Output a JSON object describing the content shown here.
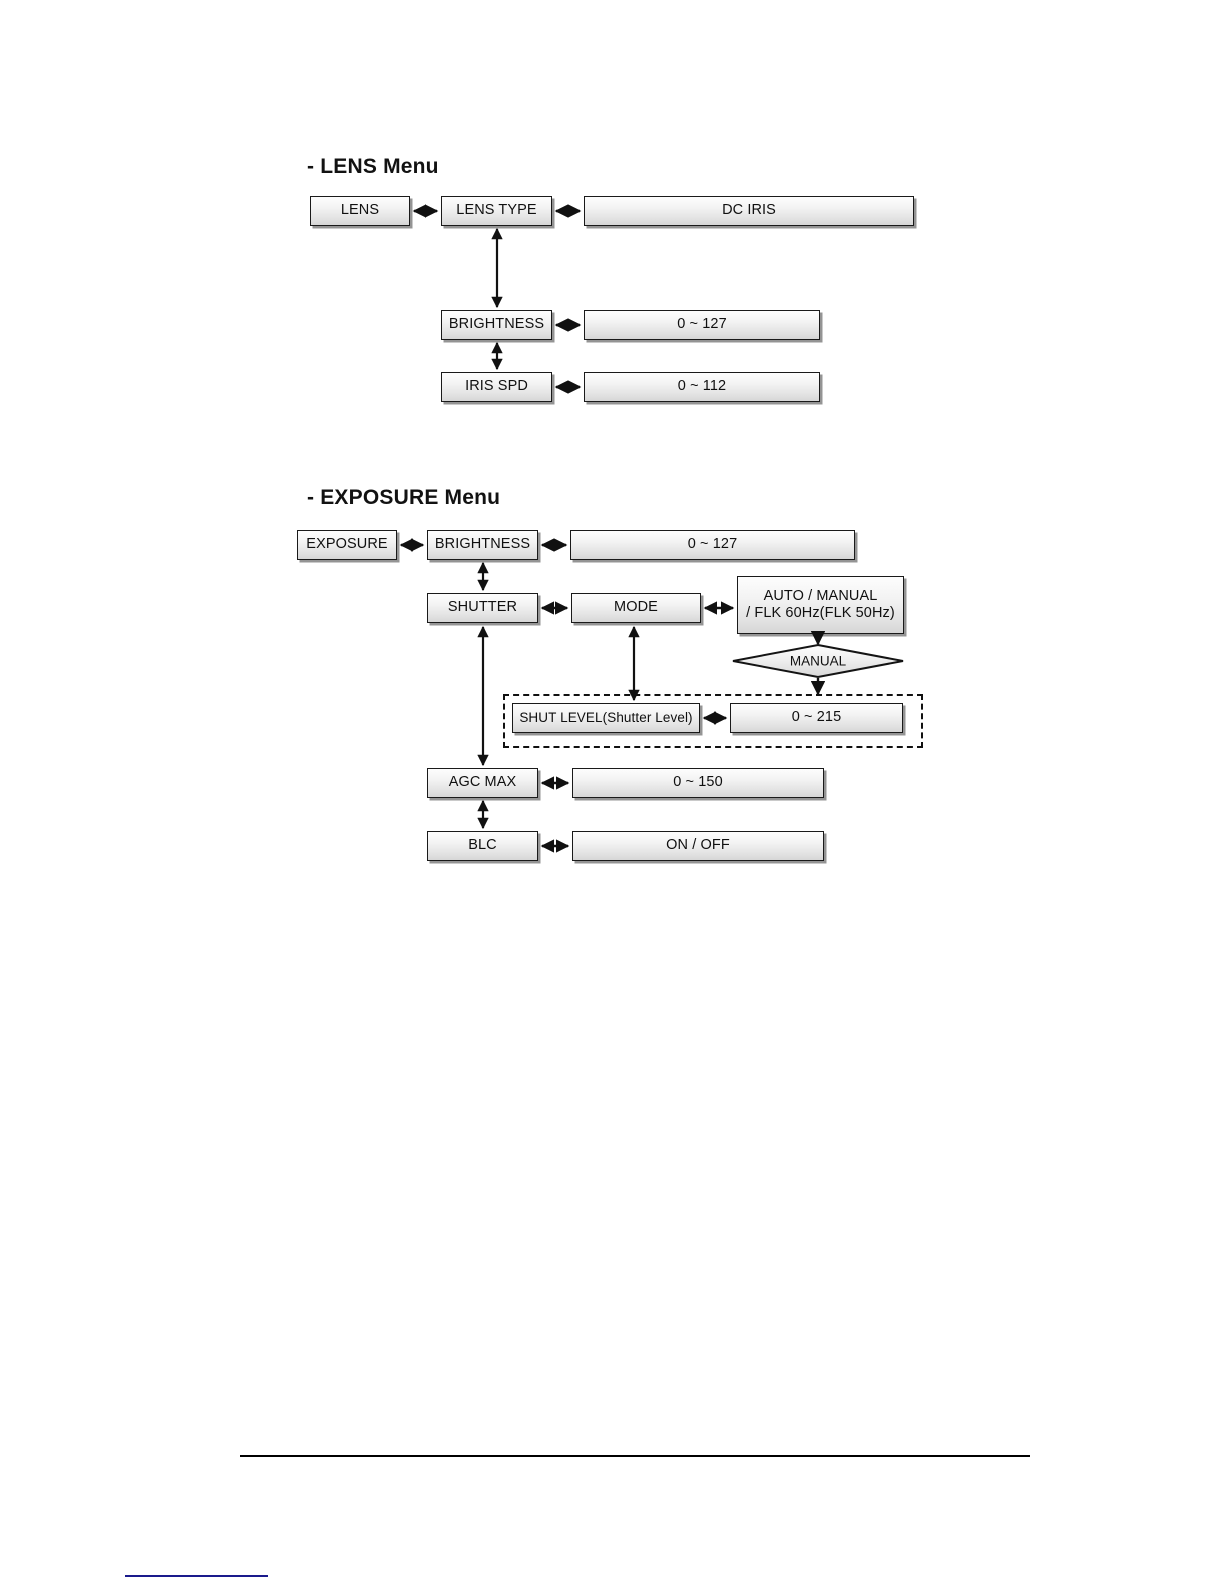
{
  "document": {
    "sections": [
      {
        "id": "lens",
        "heading": "- LENS Menu",
        "nodes": {
          "root": "LENS",
          "lens_type_label": "LENS TYPE",
          "lens_type_value": "DC IRIS",
          "brightness_label": "BRIGHTNESS",
          "brightness_value": "0 ~ 127",
          "iris_spd_label": "IRIS SPD",
          "iris_spd_value": "0 ~ 112"
        }
      },
      {
        "id": "exposure",
        "heading": "- EXPOSURE Menu",
        "nodes": {
          "root": "EXPOSURE",
          "brightness_label": "BRIGHTNESS",
          "brightness_value": "0 ~ 127",
          "shutter_label": "SHUTTER",
          "mode_label": "MODE",
          "mode_value": "AUTO / MANUAL\n/ FLK 60Hz(FLK 50Hz)",
          "branch_condition": "MANUAL",
          "shut_level_label": "SHUT LEVEL(Shutter Level)",
          "shut_level_value": "0 ~ 215",
          "agc_max_label": "AGC MAX",
          "agc_max_value": "0 ~ 150",
          "blc_label": "BLC",
          "blc_value": "ON / OFF"
        }
      }
    ],
    "colors": {
      "box_border": "#1a1a1a",
      "box_fill_top": "#fdfdfd",
      "box_fill_bottom": "#d6d6d6",
      "connector": "#1a1a1a",
      "footer_rule": "#000000",
      "footer_mark": "#1a1a8c"
    }
  }
}
